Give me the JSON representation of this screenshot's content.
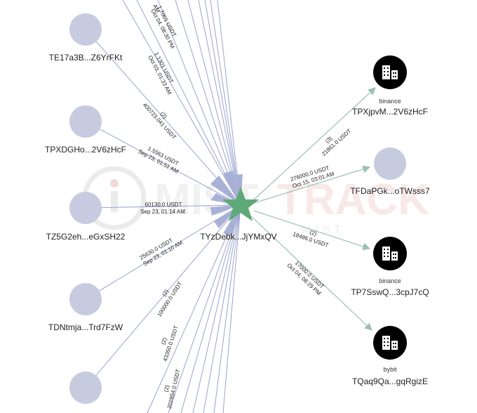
{
  "watermark": {
    "brand_left": "MIST",
    "brand_right": "TRACK",
    "sub": "MIST"
  },
  "center": {
    "label": "TYzDebk...JjYMxQV"
  },
  "left_nodes": [
    {
      "label": "TE17a3B...Z6YrFKt"
    },
    {
      "label": "TPXDGHo...2V6zHcF"
    },
    {
      "label": "TZ5G2eh...eGxSH22"
    },
    {
      "label": "TDNtmja...Trd7FzW"
    },
    {
      "label": ""
    }
  ],
  "right_nodes": [
    {
      "label": "TPXjpvM...2V6zHcF",
      "exchange": "binance",
      "icon": "building-icon"
    },
    {
      "label": "TFDaPGk...oTWsss7",
      "exchange": "",
      "icon": ""
    },
    {
      "label": "TP7SswQ...3cpJ7cQ",
      "exchange": "binance",
      "icon": "building-icon"
    },
    {
      "label": "TQaq9Qa...gqRgizE",
      "exchange": "bybit",
      "icon": "building-icon"
    }
  ],
  "edge_labels": {
    "top1": {
      "l1": "1.7001 USDT",
      "l2": "Oct 04, 08:30 PM"
    },
    "top2": {
      "l1": "1.1301 USDT",
      "l2": "Oct 03, 01:33 AM"
    },
    "top0": {
      "l1": "AM"
    },
    "e400k": {
      "l1": "(2)",
      "l2": "400723.041 USDT"
    },
    "e1556": {
      "l1": "1.5563 USDT",
      "l2": "Sep 23, 01:51 AM"
    },
    "e60130": {
      "l1": "60130.0 USDT",
      "l2": "Sep 23, 01:14 AM"
    },
    "e25630": {
      "l1": "25630.0 USDT",
      "l2": "Sep 23, 01:10 AM"
    },
    "e100k": {
      "l1": "(2)",
      "l2": "100000.0 USDT"
    },
    "e43350": {
      "l1": "(2)",
      "l2": "43350.0 USDT"
    },
    "e20285": {
      "l1": "(2)",
      "l2": "202854.0 USDT"
    },
    "r21861": {
      "l1": "(3)",
      "l2": "21861.0 USDT"
    },
    "r276k": {
      "l1": "276000.0 USDT",
      "l2": "Oct 15, 03:01 AM"
    },
    "r18486": {
      "l1": "(2)",
      "l2": "18486.0 USDT"
    },
    "r17000": {
      "l1": "17000.0 USDT",
      "l2": "Oct 04, 08:29 PM"
    }
  },
  "colors": {
    "node": "#c7cbe0",
    "edge_in": "#9aa3cd",
    "edge_out": "#9cc0b2",
    "center": "#5fa878",
    "exchange": "#000000",
    "watermark": "#e6e6e6",
    "watermark_red": "#f3d6d6"
  }
}
